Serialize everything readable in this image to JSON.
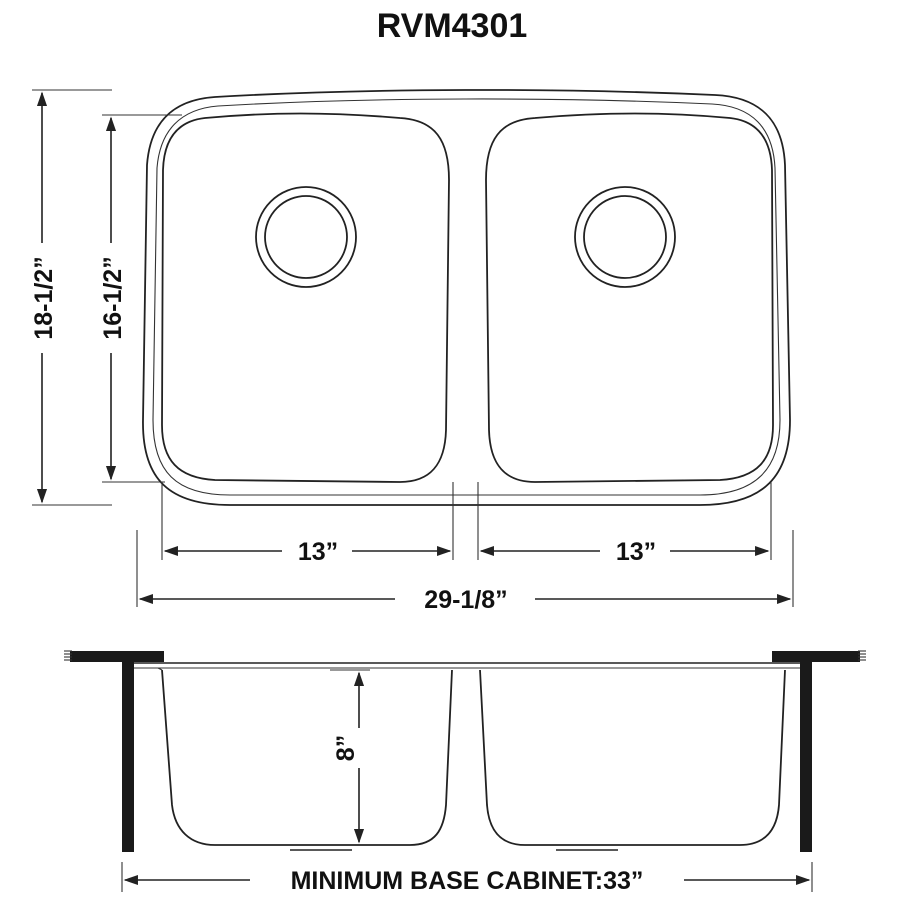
{
  "title": "RVM4301",
  "top_view": {
    "overall_length": "29-1/8”",
    "overall_width": "18-1/2”",
    "bowl_depth_front_to_back": "16-1/2”",
    "left_bowl_width": "13”",
    "right_bowl_width": "13”"
  },
  "side_view": {
    "bowl_depth": "8”",
    "cabinet_label": "MINIMUM BASE CABINET:33”"
  }
}
